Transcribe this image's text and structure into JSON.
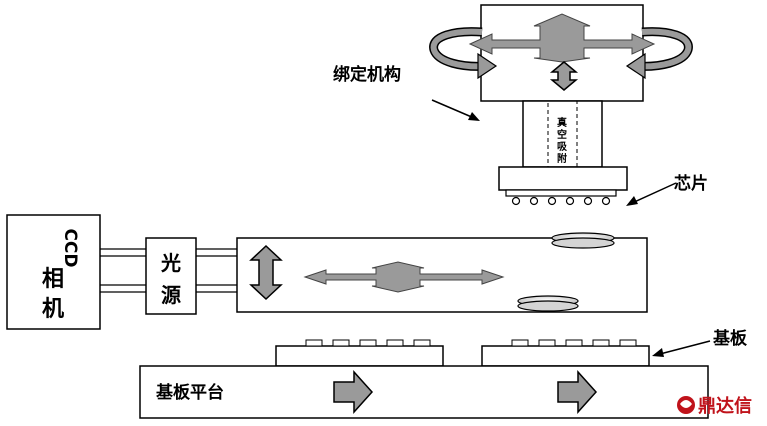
{
  "labels": {
    "bonding_mechanism": "绑定机构",
    "vacuum_suction": [
      "真",
      "空",
      "吸",
      "附"
    ],
    "chip": "芯片",
    "ccd_camera_ccd": "CCD",
    "ccd_camera_chars": [
      "相",
      "机"
    ],
    "light_source_chars": [
      "光",
      "源"
    ],
    "substrate": "基板",
    "substrate_platform": "基板平台"
  },
  "watermark": "鼎达信",
  "colors": {
    "arrow_fill": "#9a9a9a",
    "outline": "#000000",
    "watermark": "#c0131b"
  }
}
